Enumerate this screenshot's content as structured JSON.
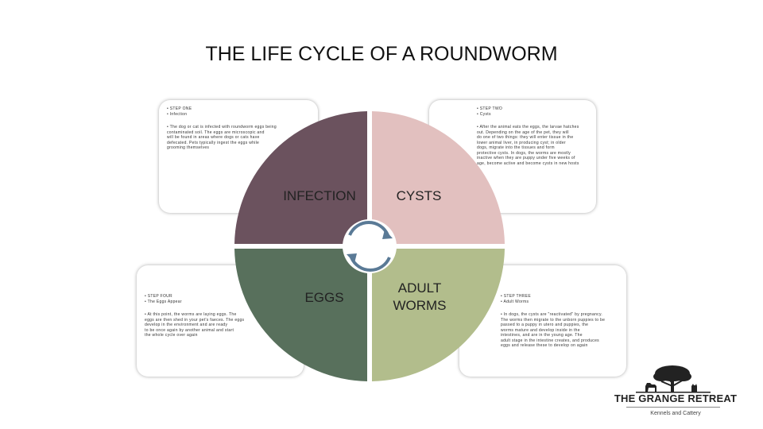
{
  "title": "THE LIFE CYCLE OF A ROUNDWORM",
  "colors": {
    "infection": "#6b525e",
    "cysts": "#e2c0bf",
    "eggs": "#58705c",
    "adult": "#b2bd8c",
    "arrow": "#5a7a96"
  },
  "quadrants": {
    "infection": "INFECTION",
    "cysts": "CYSTS",
    "eggs": "EGGS",
    "adult_line1": "ADULT",
    "adult_line2": "WORMS"
  },
  "cards": {
    "infection": {
      "step": "• STEP ONE",
      "name": "• Infection",
      "body": [
        "• The dog or cat is infected with roundworm eggs being",
        "  contaminated soil. The eggs are microscopic and",
        "  will be found in areas where dogs or cats have",
        "  defecated. Pets typically ingest the eggs while",
        "  grooming themselves"
      ]
    },
    "cysts": {
      "step": "• STEP TWO",
      "name": "• Cysts",
      "body": [
        "• After the animal eats the eggs, the larvae hatches",
        "  out. Depending on the age of the pet, they will",
        "  do one of two things: they will enter tissue in the",
        "  lower animal liver, in producing cyst; in older",
        "  dogs, migrate into the tissues and form",
        "  protective cysts. In dogs, the worms are mostly",
        "  inactive when they are puppy under five weeks of",
        "  age, become active and become cysts in new hosts"
      ]
    },
    "eggs": {
      "step": "• STEP FOUR",
      "name": "• The Eggs Appear",
      "body": [
        "• At this point, the worms are laying eggs. The",
        "  eggs are then shed in your pet's faeces. The eggs",
        "  develop in the environment and are ready",
        "  to be once again by another animal and start",
        "  the whole cycle over again"
      ]
    },
    "adult": {
      "step": "• STEP THREE",
      "name": "• Adult Worms",
      "body": [
        "• In dogs, the cysts are \"reactivated\" by pregnancy.",
        "  The worms then migrate to the unborn puppies to be",
        "  passed to a puppy in utero and puppies, the",
        "  worms mature and develop inside in the",
        "  intestines, and are in the young age. The",
        "  adult stage in the intestine creates, and produces",
        "  eggs and release these to develop on again"
      ]
    }
  },
  "logo": {
    "name": "THE GRANGE RETREAT",
    "tagline": "Kennels and Cattery"
  }
}
